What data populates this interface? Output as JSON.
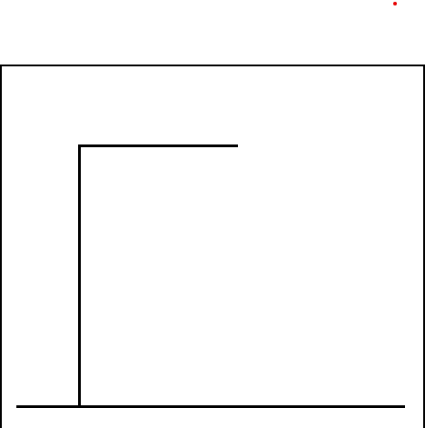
{
  "colors": {
    "background": "#ffffff",
    "stroke": "#000000",
    "dot": "#e60000"
  },
  "drawing": {
    "shape": "gallows",
    "parts": [
      "frame",
      "ground-line",
      "post-line",
      "beam-line"
    ]
  },
  "indicator": {
    "icon": "red-dot-icon"
  }
}
